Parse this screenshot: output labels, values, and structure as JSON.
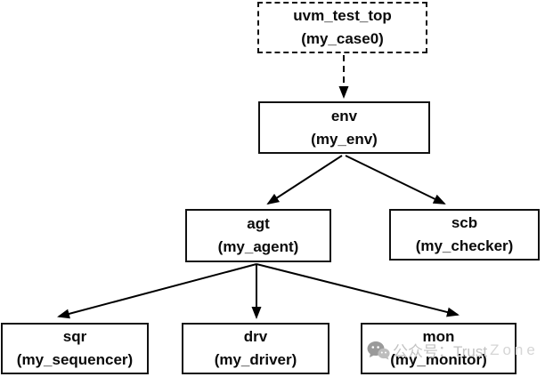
{
  "diagram": {
    "title_semantics": "UVM testbench component hierarchy",
    "nodes": {
      "uvm_test_top": {
        "title": "uvm_test_top",
        "subtitle": "(my_case0)",
        "border": "dashed"
      },
      "env": {
        "title": "env",
        "subtitle": "(my_env)",
        "border": "solid"
      },
      "agt": {
        "title": "agt",
        "subtitle": "(my_agent)",
        "border": "solid"
      },
      "scb": {
        "title": "scb",
        "subtitle": "(my_checker)",
        "border": "solid"
      },
      "sqr": {
        "title": "sqr",
        "subtitle": "(my_sequencer)",
        "border": "solid"
      },
      "drv": {
        "title": "drv",
        "subtitle": "(my_driver)",
        "border": "solid"
      },
      "mon": {
        "title": "mon",
        "subtitle": "(my_monitor)",
        "border": "solid"
      }
    },
    "edges": [
      {
        "from": "uvm_test_top",
        "to": "env",
        "style": "dashed",
        "arrowhead": "filled"
      },
      {
        "from": "env",
        "to": "agt",
        "style": "solid",
        "arrowhead": "filled"
      },
      {
        "from": "env",
        "to": "scb",
        "style": "solid",
        "arrowhead": "filled"
      },
      {
        "from": "agt",
        "to": "sqr",
        "style": "solid",
        "arrowhead": "filled"
      },
      {
        "from": "agt",
        "to": "drv",
        "style": "solid",
        "arrowhead": "filled"
      },
      {
        "from": "agt",
        "to": "mon",
        "style": "solid",
        "arrowhead": "filled"
      }
    ],
    "colors": {
      "background": "#ffffff",
      "box_border": "#111111",
      "line": "#000000",
      "text": "#0a0a0a"
    }
  },
  "watermark": {
    "icon": "wechat-icon",
    "label": "公众号：Trust",
    "label_suffix": "Zone",
    "color": "#c2c2c2"
  }
}
